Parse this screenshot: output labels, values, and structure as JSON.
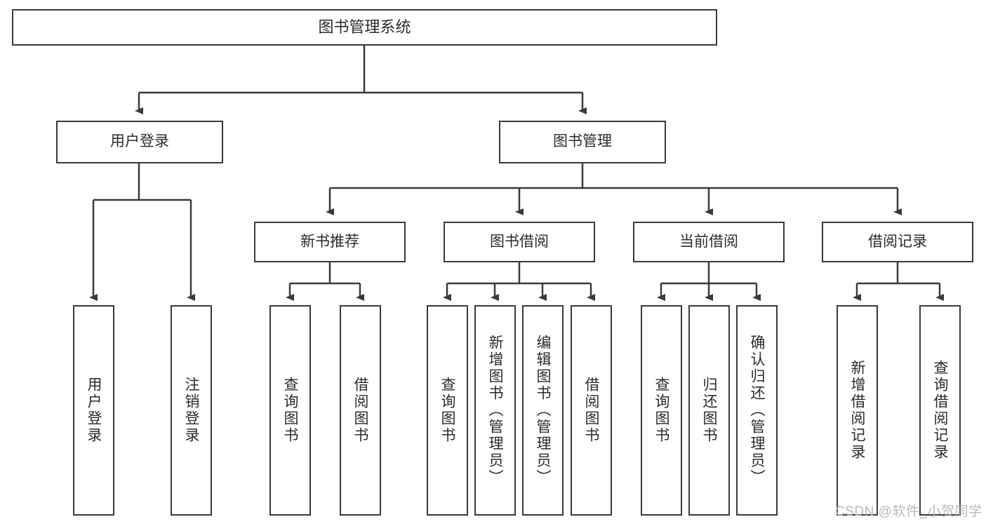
{
  "diagram": {
    "title": "图书管理系统",
    "type": "tree-hierarchy",
    "root": {
      "label": "图书管理系统"
    },
    "level2": [
      {
        "label": "用户登录"
      },
      {
        "label": "图书管理"
      }
    ],
    "level3": [
      {
        "label": "新书推荐"
      },
      {
        "label": "图书借阅"
      },
      {
        "label": "当前借阅"
      },
      {
        "label": "借阅记录"
      }
    ],
    "leaves": {
      "user_login": [
        {
          "label": "用户登录"
        },
        {
          "label": "注销登录"
        }
      ],
      "new_book_recommend": [
        {
          "label": "查询图书"
        },
        {
          "label": "借阅图书"
        }
      ],
      "book_borrow": [
        {
          "label": "查询图书"
        },
        {
          "label": "新增图书（管理员）"
        },
        {
          "label": "编辑图书（管理员）"
        },
        {
          "label": "借阅图书"
        }
      ],
      "current_borrow": [
        {
          "label": "查询图书"
        },
        {
          "label": "归还图书"
        },
        {
          "label": "确认归还（管理员）"
        }
      ],
      "borrow_record": [
        {
          "label": "新增借阅记录"
        },
        {
          "label": "查询借阅记录"
        }
      ]
    }
  },
  "watermark": {
    "text": "CSDN @软件_小贺同学"
  },
  "colors": {
    "stroke": "#3a3a3a",
    "text": "#2b2b2b",
    "background": "#ffffff",
    "watermark": "#b9b9b9"
  }
}
